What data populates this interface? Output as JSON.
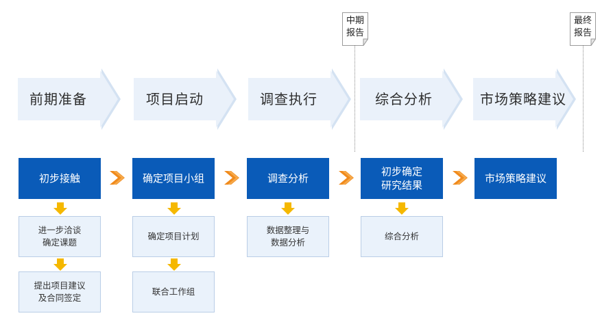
{
  "phases": [
    {
      "label": "前期准备"
    },
    {
      "label": "项目启动"
    },
    {
      "label": "调查执行"
    },
    {
      "label": "综合分析"
    },
    {
      "label": "市场策略建议"
    }
  ],
  "milestones": [
    {
      "line1": "中期",
      "line2": "报告"
    },
    {
      "line1": "最终",
      "line2": "报告"
    }
  ],
  "steps": [
    {
      "title": "初步接触",
      "subs": [
        {
          "line1": "进一步洽谈",
          "line2": "确定课题"
        },
        {
          "line1": "提出项目建议",
          "line2": "及合同签定"
        }
      ]
    },
    {
      "title": "确定项目小组",
      "subs": [
        {
          "line1": "确定项目计划",
          "line2": ""
        },
        {
          "line1": "联合工作组",
          "line2": ""
        }
      ]
    },
    {
      "title": "调查分析",
      "subs": [
        {
          "line1": "数据整理与",
          "line2": "数据分析"
        }
      ]
    },
    {
      "title_line1": "初步确定",
      "title_line2": "研究结果",
      "subs": [
        {
          "line1": "综合分析",
          "line2": ""
        }
      ]
    },
    {
      "title": "市场策略建议",
      "subs": []
    }
  ],
  "colors": {
    "phase_arrow_fill": "#eaf1fa",
    "phase_arrow_edge": "#d4e2f2",
    "step_box": "#0a5bb8",
    "sub_box_fill": "#eaf2fb",
    "sub_box_border": "#b9cde6",
    "chevron": "#f08a1c",
    "down_arrow": "#f5b800"
  }
}
